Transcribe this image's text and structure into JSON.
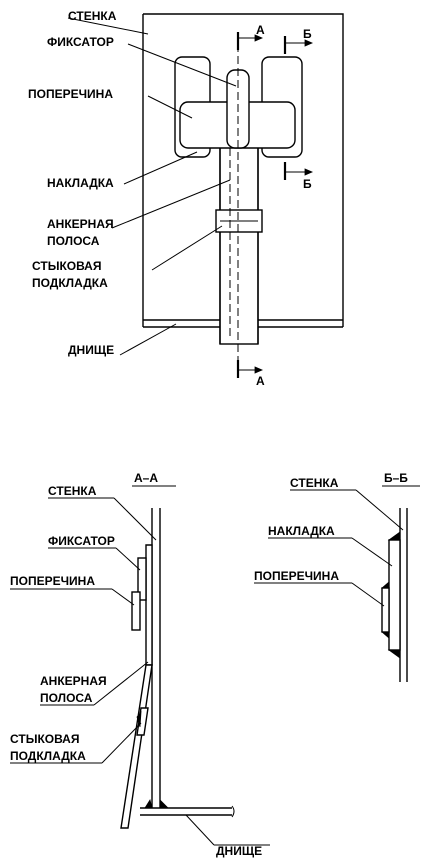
{
  "top_view": {
    "labels": {
      "stenka": "СТЕНКА",
      "fiksator": "ФИКСАТОР",
      "poperechina": "ПОПЕРЕЧИНА",
      "nakladka": "НАКЛАДКА",
      "ankernaya_1": "АНКЕРНАЯ",
      "ankernaya_2": "ПОЛОСА",
      "stykovaya_1": "СТЫКОВАЯ",
      "stykovaya_2": "ПОДКЛАДКА",
      "dnishche": "ДНИЩЕ"
    },
    "section_marks": {
      "a_top": "А",
      "a_bottom": "А",
      "b_top": "Б",
      "b_bottom": "Б"
    }
  },
  "section_aa": {
    "title": "А–А",
    "labels": {
      "stenka": "СТЕНКА",
      "fiksator": "ФИКСАТОР",
      "poperechina": "ПОПЕРЕЧИНА",
      "ankernaya_1": "АНКЕРНАЯ",
      "ankernaya_2": "ПОЛОСА",
      "stykovaya_1": "СТЫКОВАЯ",
      "stykovaya_2": "ПОДКЛАДКА",
      "dnishche": "ДНИЩЕ"
    }
  },
  "section_bb": {
    "title": "Б–Б",
    "labels": {
      "stenka": "СТЕНКА",
      "nakladka": "НАКЛАДКА",
      "poperechina": "ПОПЕРЕЧИНА"
    }
  }
}
